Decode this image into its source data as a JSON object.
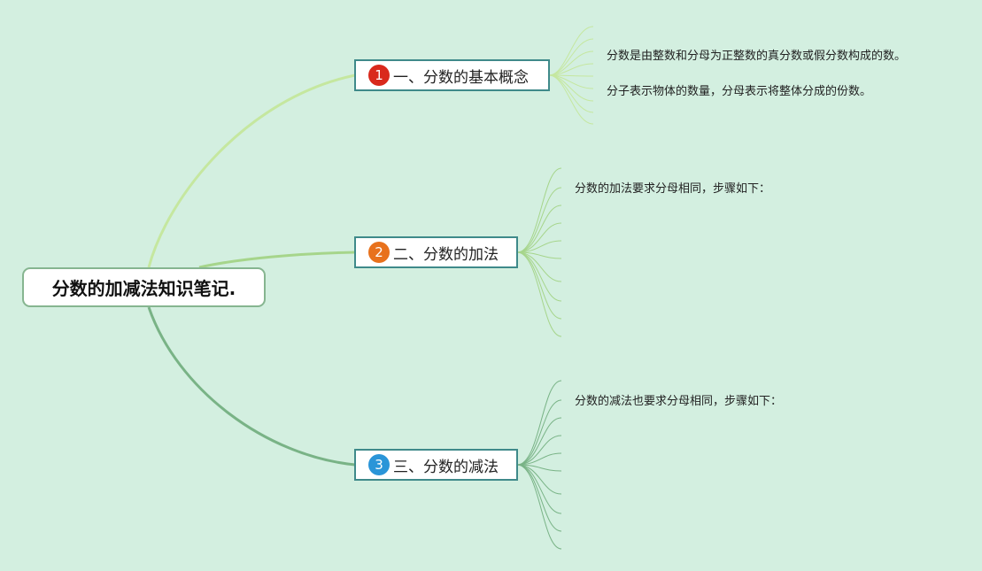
{
  "root": {
    "title": "分数的加减法知识笔记."
  },
  "branches": [
    {
      "number": "1",
      "label": "一、分数的基本概念",
      "badge_color": "#d9291c",
      "leaves": [
        "分数是由整数和分母为正整数的真分数或假分数构成的数。",
        "分子表示物体的数量，分母表示将整体分成的份数。"
      ]
    },
    {
      "number": "2",
      "label": "二、分数的加法",
      "badge_color": "#e8711c",
      "leaves": [
        "分数的加法要求分母相同，步骤如下："
      ]
    },
    {
      "number": "3",
      "label": "三、分数的减法",
      "badge_color": "#2a95d8",
      "leaves": [
        "分数的减法也要求分母相同，步骤如下："
      ]
    }
  ],
  "colors": {
    "background": "#d3efe0",
    "branch_border": "#3f8a8a",
    "branch1_line": "#c5e79f",
    "branch2_line": "#a6d58b",
    "branch3_line": "#79b386"
  }
}
